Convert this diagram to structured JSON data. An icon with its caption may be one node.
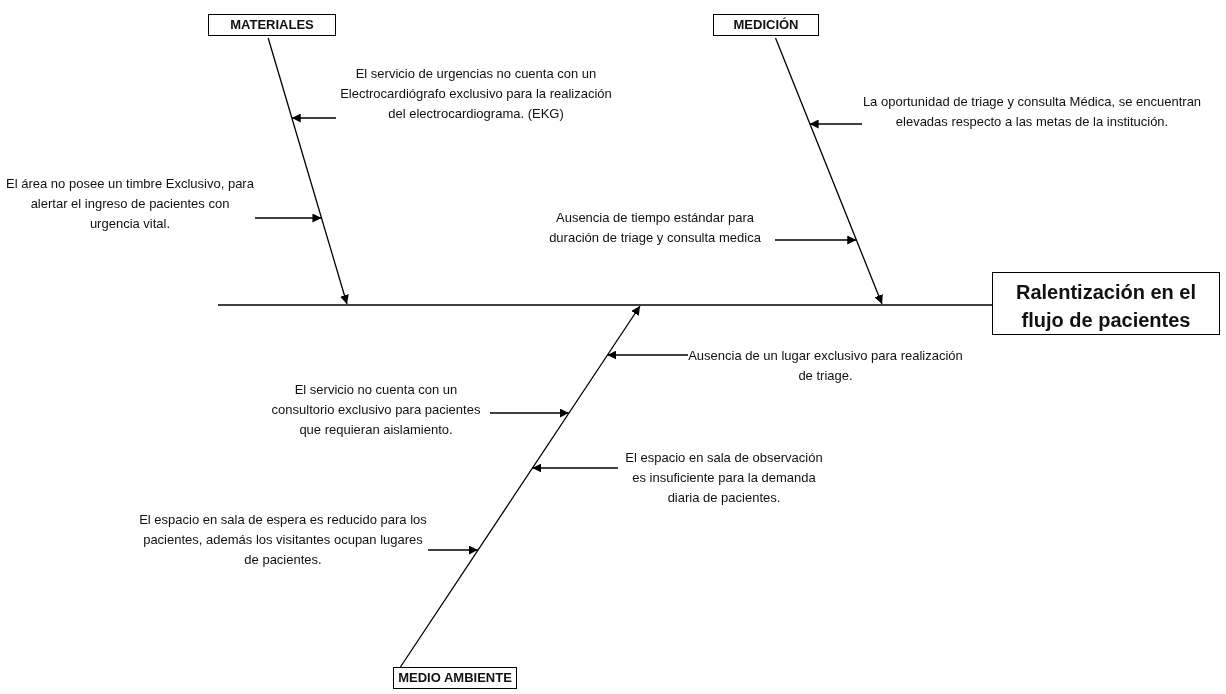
{
  "diagram": {
    "nodes": [
      {
        "text": [
          "MATERIALES"
        ]
      },
      {
        "text": [
          "MEDICIÓN"
        ]
      },
      {
        "text": [
          "El servicio de urgencias no cuenta con un Electrocardiógrafo exclusivo para la realización del electrocardiograma. (EKG)"
        ]
      },
      {
        "text": [
          "La oportunidad de triage y consulta Médica, se encuentran elevadas respecto a las metas de la institución."
        ]
      },
      {
        "text": [
          "El área no posee un timbre Exclusivo, para alertar el ingreso de pacientes con urgencia vital."
        ]
      },
      {
        "text": [
          "Ausencia de tiempo estándar para duración de triage y consulta medica"
        ]
      },
      {
        "text": [
          "Ralentización en el flujo de pacientes"
        ]
      },
      {
        "text": [
          "Ausencia de un lugar exclusivo para realización de triage."
        ]
      },
      {
        "text": [
          "El servicio no cuenta con un consultorio exclusivo para pacientes que requieran aislamiento."
        ]
      },
      {
        "text": [
          "El espacio en sala de observación es insuficiente para la demanda diaria de pacientes."
        ]
      },
      {
        "text": [
          "El espacio en sala de espera es reducido para los pacientes, además los visitantes ocupan lugares de pacientes."
        ]
      },
      {
        "text": [
          "MEDIO AMBIENTE"
        ]
      }
    ],
    "edges": [
      {
        "from": 0,
        "to": null,
        "arrow": "to"
      },
      {
        "from": 1,
        "to": null,
        "arrow": "to"
      },
      {
        "from": 11,
        "to": null,
        "arrow": "to"
      },
      {
        "from": null,
        "to": 6,
        "arrow": "none"
      },
      {
        "from": 2,
        "to": null,
        "arrow": "to"
      },
      {
        "from": 3,
        "to": null,
        "arrow": "to"
      },
      {
        "from": 4,
        "to": null,
        "arrow": "to"
      },
      {
        "from": 5,
        "to": null,
        "arrow": "to"
      },
      {
        "from": 7,
        "to": null,
        "arrow": "to"
      },
      {
        "from": 8,
        "to": null,
        "arrow": "to"
      },
      {
        "from": 9,
        "to": null,
        "arrow": "to"
      },
      {
        "from": 10,
        "to": null,
        "arrow": "to"
      }
    ]
  }
}
